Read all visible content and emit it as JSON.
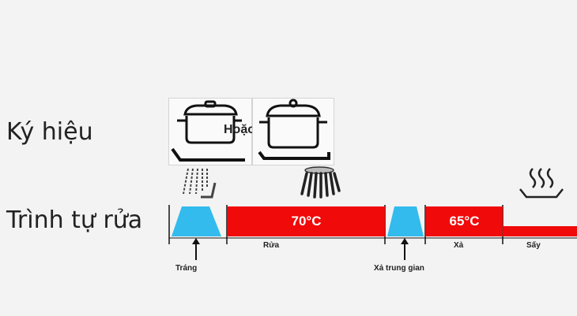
{
  "labels": {
    "symbol_row": "Ký hiệu",
    "sequence_row": "Trình tự rửa",
    "or_text": "Hoặc"
  },
  "phases": [
    {
      "key": "rinse",
      "label": "Tráng",
      "temperature": ""
    },
    {
      "key": "wash",
      "label": "Rửa",
      "temperature": "70°C"
    },
    {
      "key": "intermediate_rinse",
      "label": "Xả trung gian",
      "temperature": ""
    },
    {
      "key": "final_rinse",
      "label": "Xả",
      "temperature": "65°C"
    },
    {
      "key": "dry",
      "label": "Sấy",
      "temperature": ""
    }
  ],
  "icons": {
    "symbol_1": "pot-with-spray-icon",
    "symbol_2": "pot-icon",
    "rinse": "spray-lines-icon",
    "wash": "spray-brush-icon",
    "dry": "steam-dish-icon"
  },
  "colors": {
    "hot_phase": "#f00a0a",
    "rinse_phase": "#33bbee",
    "background": "#f3f3f3",
    "line": "#111111"
  }
}
